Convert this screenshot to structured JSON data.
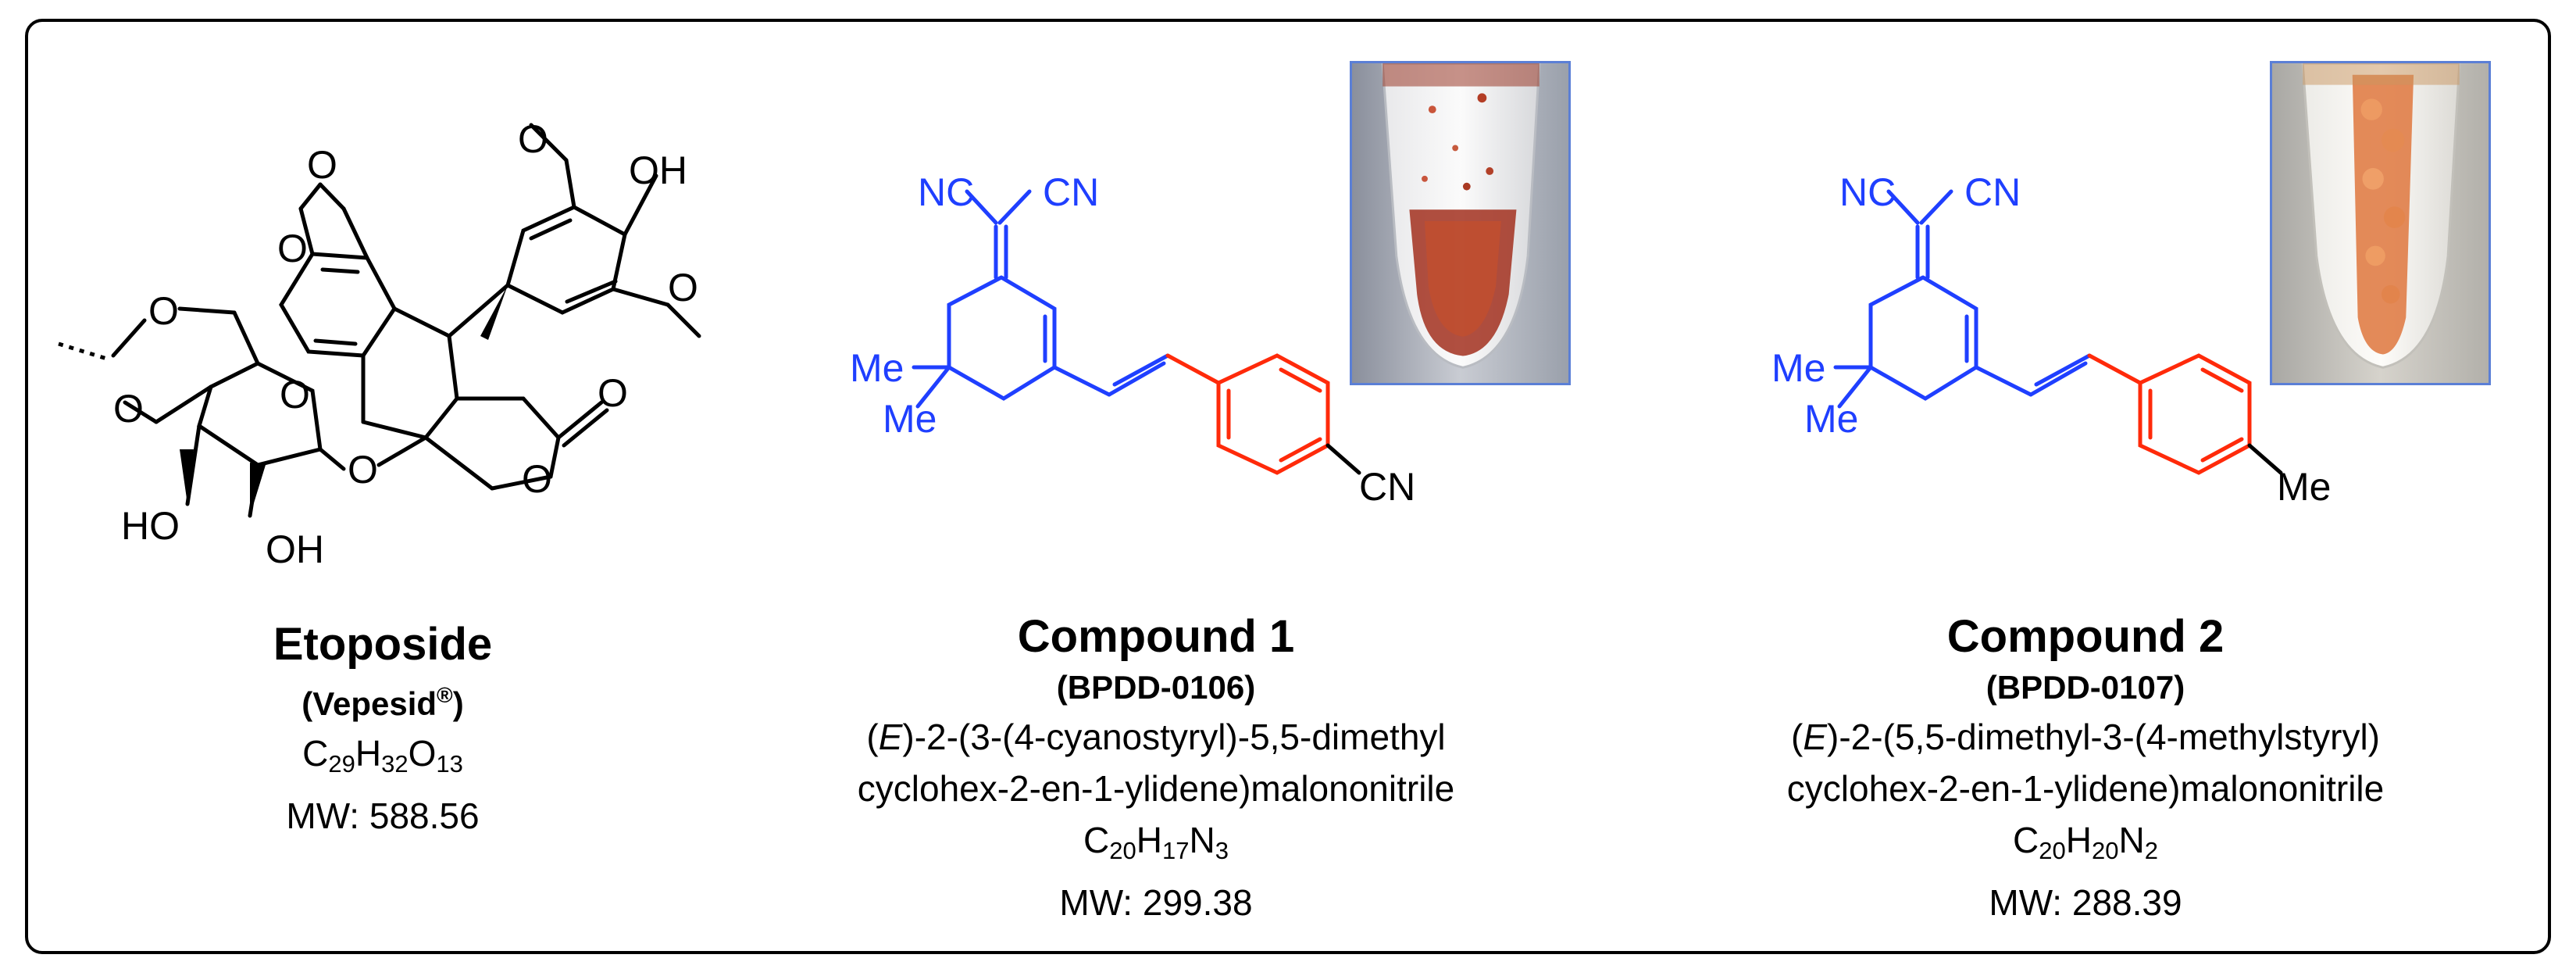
{
  "compounds": [
    {
      "name": "Etoposide",
      "alias_open": "(Vepesid",
      "alias_sup": "®",
      "alias_close": ")",
      "formula": {
        "el1": "C",
        "n1": "29",
        "el2": "H",
        "n2": "32",
        "el3": "O",
        "n3": "13"
      },
      "mw": "MW: 588.56"
    },
    {
      "name": "Compound 1",
      "code": "(BPDD-0106)",
      "iupac_prefix": "(",
      "iupac_italic": "E",
      "iupac_line1_rest": ")-2-(3-(4-cyanostyryl)-5,5-dimethyl",
      "iupac_line2": "cyclohex-2-en-1-ylidene)malononitrile",
      "formula": {
        "el1": "C",
        "n1": "20",
        "el2": "H",
        "n2": "17",
        "el3": "N",
        "n3": "3"
      },
      "mw": "MW: 299.38"
    },
    {
      "name": "Compound 2",
      "code": "(BPDD-0107)",
      "iupac_prefix": "(",
      "iupac_italic": "E",
      "iupac_line1_rest": ")-2-(5,5-dimethyl-3-(4-methylstyryl)",
      "iupac_line2": "cyclohex-2-en-1-ylidene)malononitrile",
      "formula": {
        "el1": "C",
        "n1": "20",
        "el2": "H",
        "n2": "20",
        "el3": "N",
        "n3": "2"
      },
      "mw": "MW: 288.39"
    }
  ],
  "atom_labels": {
    "etoposide": {
      "oh_top": "OH",
      "ho": "HO",
      "oh_bottom": "OH",
      "o": "O"
    },
    "scaffold": {
      "nc": "NC",
      "cn": "CN",
      "me": "Me",
      "cn_tail": "CN",
      "me_tail": "Me"
    }
  },
  "colors": {
    "scaffold": "#1f3fff",
    "aryl": "#ff2a0a",
    "photo_border": "#5b7fd6"
  },
  "photos": [
    {
      "subject": "tube-red-crystals"
    },
    {
      "subject": "tube-orange-crystals"
    }
  ]
}
